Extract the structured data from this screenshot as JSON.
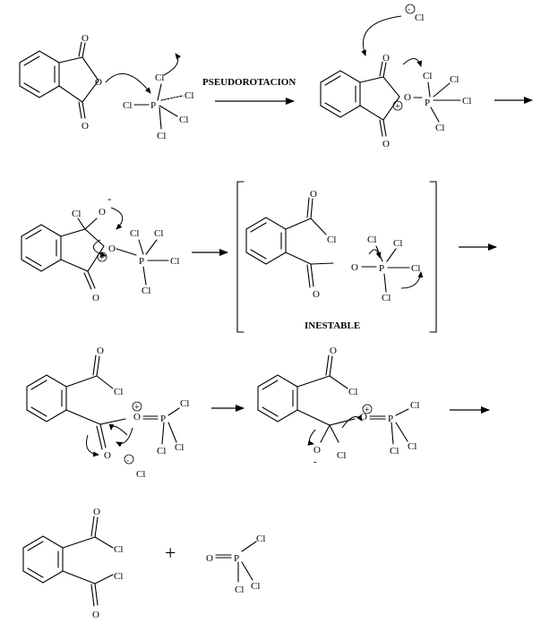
{
  "atoms": {
    "O": "O",
    "Cl": "Cl",
    "P": "P",
    "plus": "+",
    "minus": "-"
  },
  "labels": {
    "pseudorotacion": "PSEUDOROTACION",
    "inestable": "INESTABLE",
    "plus_sign": "+"
  }
}
